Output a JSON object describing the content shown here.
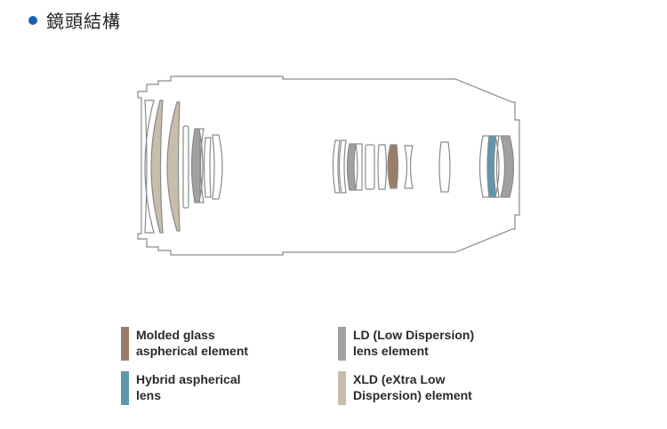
{
  "header": {
    "title": "鏡頭結構"
  },
  "legend": {
    "items": [
      {
        "label_line1": "Molded glass",
        "label_line2": "aspherical element",
        "color": "#9b7d67"
      },
      {
        "label_line1": "LD (Low Dispersion)",
        "label_line2": "lens element",
        "color": "#a0a0a0"
      },
      {
        "label_line1": "Hybrid aspherical",
        "label_line2": "lens",
        "color": "#5e97ad"
      },
      {
        "label_line1": "XLD (eXtra Low",
        "label_line2": "Dispersion) element",
        "color": "#c8bcad"
      }
    ]
  },
  "colors": {
    "outline": "#8a8a8a",
    "bullet": "#1a5fae"
  }
}
